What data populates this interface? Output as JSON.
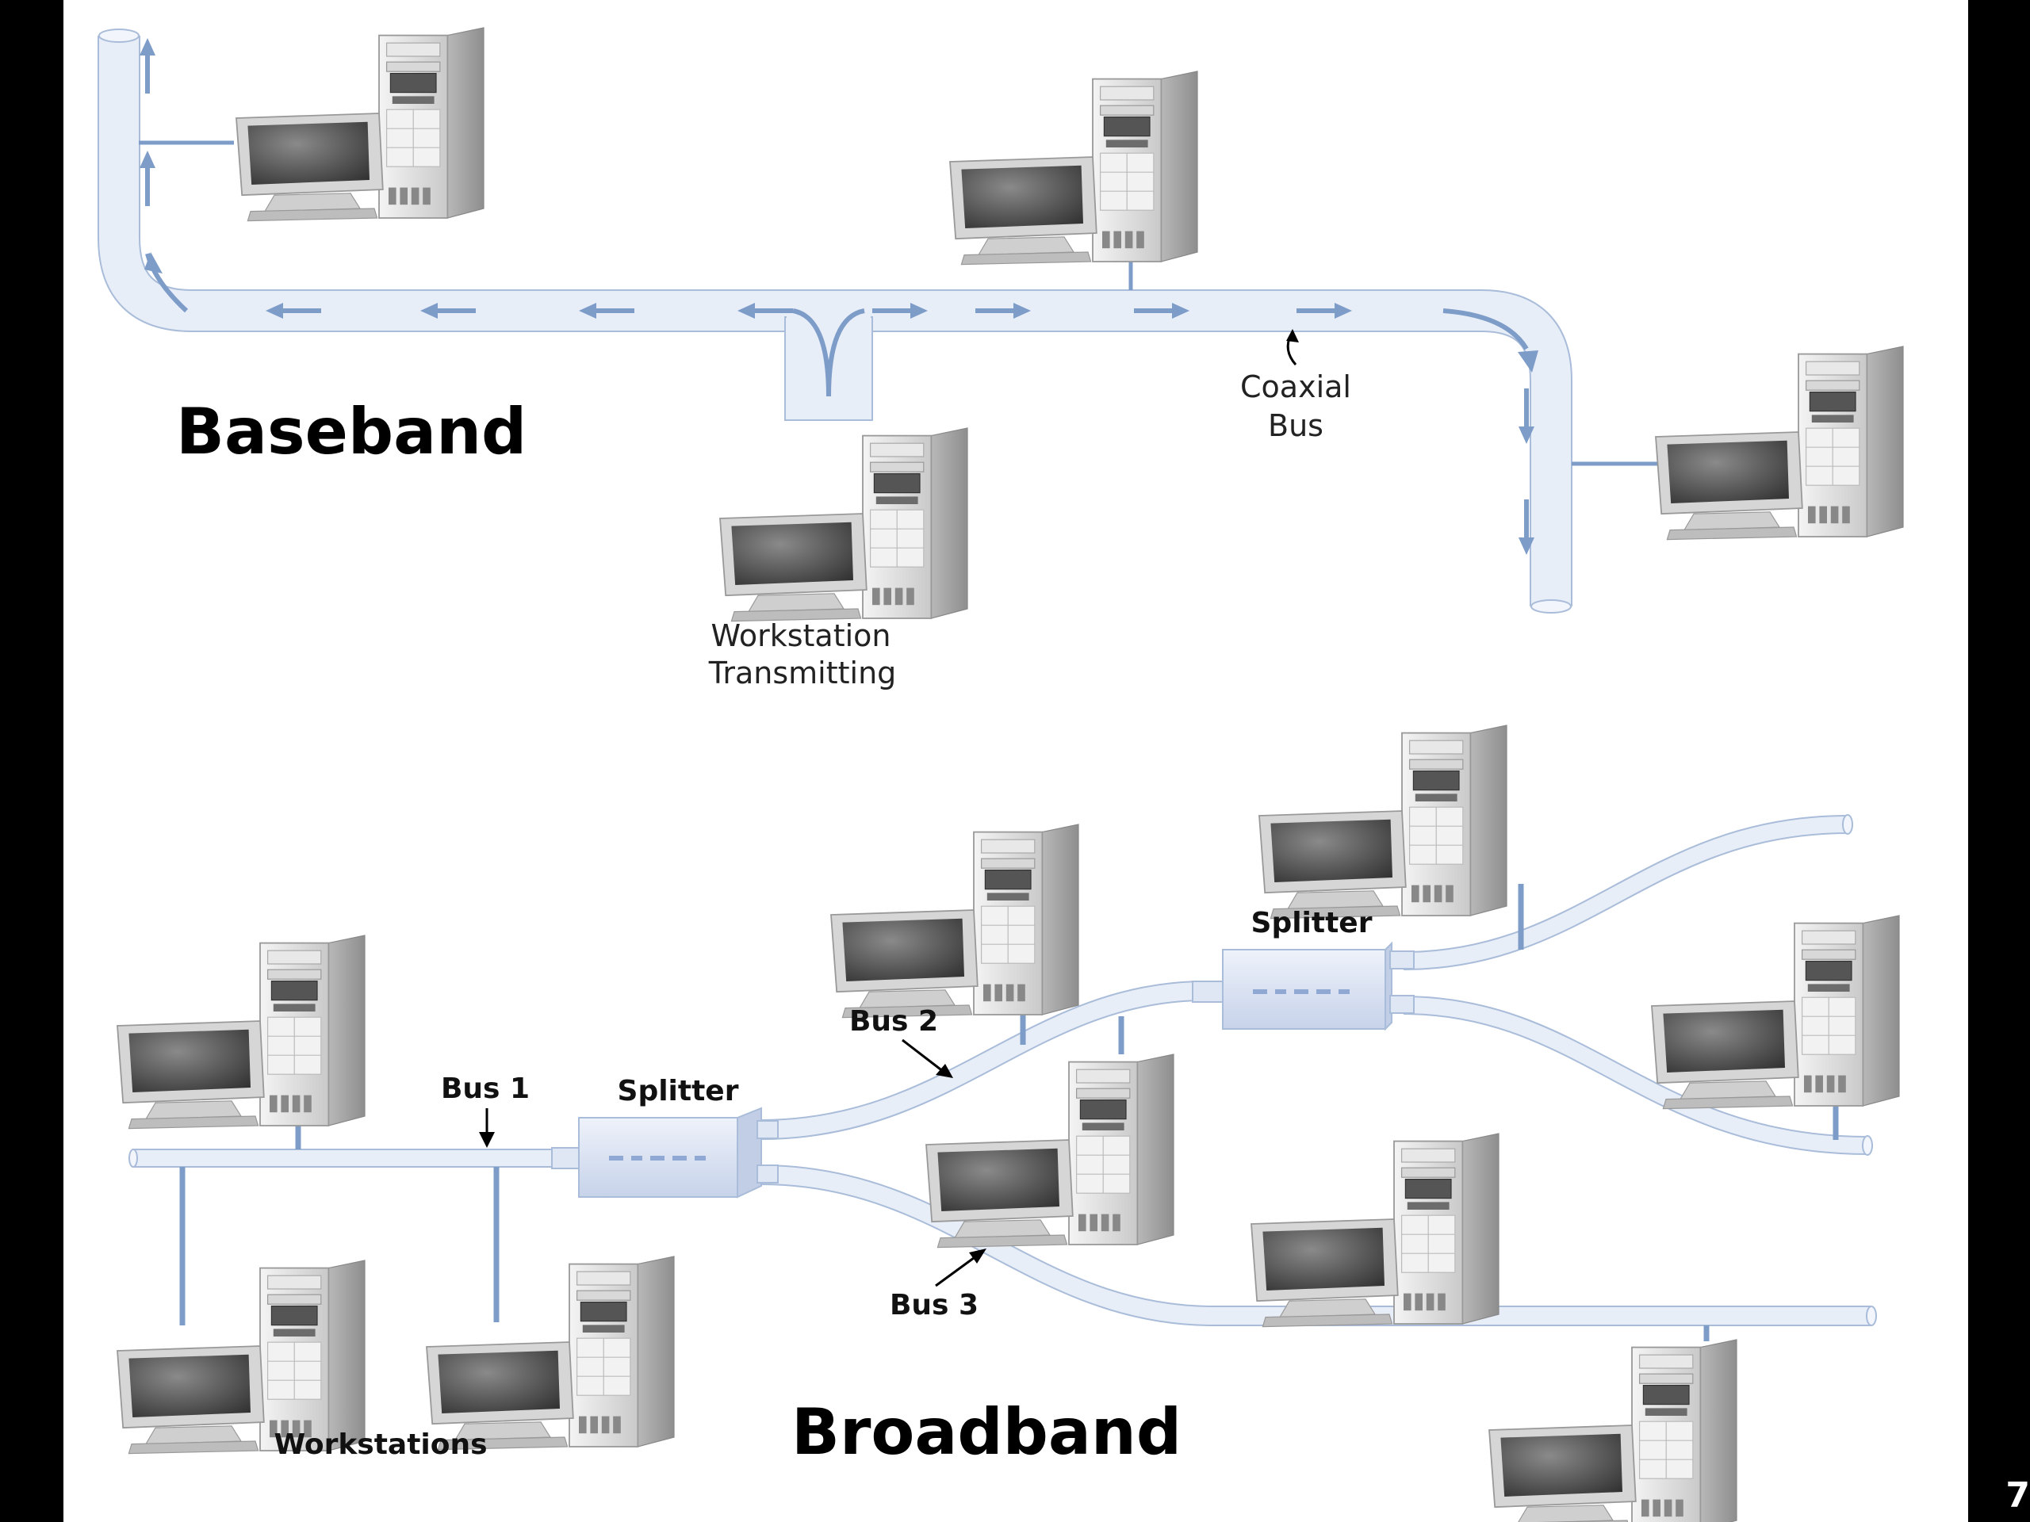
{
  "baseband": {
    "title": "Baseband",
    "coaxial_label": "Coaxial",
    "bus_label": "Bus",
    "workstation_label": "Workstation",
    "transmitting_label": "Transmitting"
  },
  "broadband": {
    "title": "Broadband",
    "bus1_label": "Bus 1",
    "bus2_label": "Bus 2",
    "bus3_label": "Bus 3",
    "splitter1_label": "Splitter",
    "splitter2_label": "Splitter",
    "workstations_label": "Workstations"
  },
  "page_number": "7",
  "colors": {
    "cable_fill": "#e8eef8",
    "cable_stroke": "#a9bcd9",
    "arrow": "#7d9cc8",
    "drop_line": "#7d9cc8",
    "background": "#ffffff",
    "frame": "#000000"
  },
  "icons": {
    "workstation": "workstation-icon",
    "splitter": "splitter-icon",
    "arrow": "signal-arrow-icon"
  }
}
